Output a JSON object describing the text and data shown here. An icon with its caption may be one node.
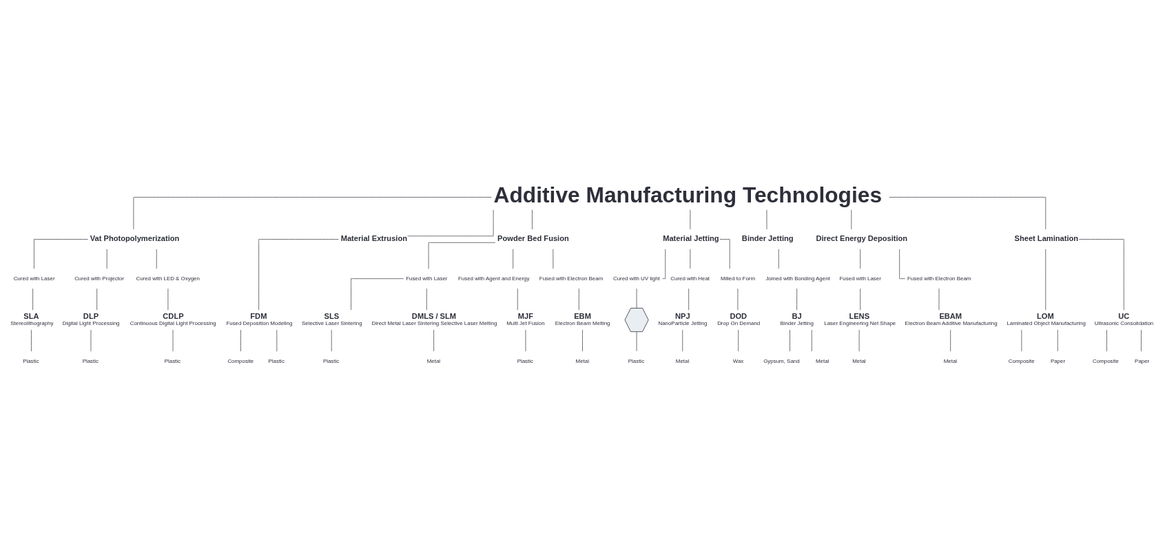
{
  "diagram": {
    "nodes": [
      {
        "text": [
          "Additive Manufacturing Technologies"
        ]
      },
      {
        "text": [
          "Vat Photopolymerization"
        ]
      },
      {
        "text": [
          "Material Extrusion"
        ]
      },
      {
        "text": [
          "Powder Bed Fusion"
        ]
      },
      {
        "text": [
          "Material Jetting"
        ]
      },
      {
        "text": [
          "Binder Jetting"
        ]
      },
      {
        "text": [
          "Direct Energy Deposition"
        ]
      },
      {
        "text": [
          "Sheet Lamination"
        ]
      },
      {
        "text": [
          "Cured with Laser"
        ]
      },
      {
        "text": [
          "Cured with Projector"
        ]
      },
      {
        "text": [
          "Cured with LED & Oxygen"
        ]
      },
      {
        "text": [
          "Fused with Laser"
        ]
      },
      {
        "text": [
          "Fused with Agent and Energy"
        ]
      },
      {
        "text": [
          "Fused with Electron Beam"
        ]
      },
      {
        "text": [
          "Cured with UV light"
        ]
      },
      {
        "text": [
          "Cured with Heat"
        ]
      },
      {
        "text": [
          "Milled to Form"
        ]
      },
      {
        "text": [
          "Joined with Bonding Agent"
        ]
      },
      {
        "text": [
          "Fused with Laser"
        ]
      },
      {
        "text": [
          "Fused with Electron Beam"
        ]
      },
      {
        "text": [
          "SLA",
          "Stereolithography"
        ]
      },
      {
        "text": [
          "DLP",
          "Digital Light Processing"
        ]
      },
      {
        "text": [
          "CDLP",
          "Continuous Digital Light Processing"
        ]
      },
      {
        "text": [
          "FDM",
          "Fused Deposition Modeling"
        ]
      },
      {
        "text": [
          "SLS",
          "Selective Laser Sintering"
        ]
      },
      {
        "text": [
          "DMLS / SLM",
          "Direct Metal Laser Sintering Selective Laser Melting"
        ]
      },
      {
        "text": [
          "MJF",
          "Multi Jet Fusion"
        ]
      },
      {
        "text": [
          "EBM",
          "Electron Beam Melting"
        ]
      },
      {
        "text": [],
        "shape": "picture"
      },
      {
        "text": [
          "NPJ",
          "NanoParticle Jetting"
        ]
      },
      {
        "text": [
          "DOD",
          "Drop On Demand"
        ]
      },
      {
        "text": [
          "BJ",
          "Binder Jetting"
        ]
      },
      {
        "text": [
          "LENS",
          "Laser Engineering Net Shape"
        ]
      },
      {
        "text": [
          "EBAM",
          "Electron Beam Additive Manufacturing"
        ]
      },
      {
        "text": [
          "LOM",
          "Laminated Object Manufacturing"
        ]
      },
      {
        "text": [
          "UC",
          "Ultrasonic Consolidation"
        ]
      },
      {
        "text": [
          "Plastic"
        ]
      },
      {
        "text": [
          "Plastic"
        ]
      },
      {
        "text": [
          "Plastic"
        ]
      },
      {
        "text": [
          "Composite"
        ]
      },
      {
        "text": [
          "Plastic"
        ]
      },
      {
        "text": [
          "Plastic"
        ]
      },
      {
        "text": [
          "Metal"
        ]
      },
      {
        "text": [
          "Plastic"
        ]
      },
      {
        "text": [
          "Metal"
        ]
      },
      {
        "text": [
          "Plastic"
        ]
      },
      {
        "text": [
          "Metal"
        ]
      },
      {
        "text": [
          "Wax"
        ]
      },
      {
        "text": [
          "Gypsum, Sand"
        ]
      },
      {
        "text": [
          "Metal"
        ]
      },
      {
        "text": [
          "Metal"
        ]
      },
      {
        "text": [
          "Metal"
        ]
      },
      {
        "text": [
          "Composite"
        ]
      },
      {
        "text": [
          "Paper"
        ]
      },
      {
        "text": [
          "Composite"
        ]
      },
      {
        "text": [
          "Paper"
        ]
      }
    ],
    "edges": [
      {
        "from": 0,
        "to": 1,
        "arrow": "none"
      },
      {
        "from": 0,
        "to": 2,
        "arrow": "none"
      },
      {
        "from": 0,
        "to": 3,
        "arrow": "none"
      },
      {
        "from": 0,
        "to": 4,
        "arrow": "none"
      },
      {
        "from": 0,
        "to": 5,
        "arrow": "none"
      },
      {
        "from": 0,
        "to": 6,
        "arrow": "none"
      },
      {
        "from": 0,
        "to": 7,
        "arrow": "none"
      },
      {
        "from": 1,
        "to": 8,
        "arrow": "none"
      },
      {
        "from": 1,
        "to": 9,
        "arrow": "none"
      },
      {
        "from": 1,
        "to": 10,
        "arrow": "none"
      },
      {
        "from": 8,
        "to": 20,
        "arrow": "none"
      },
      {
        "from": 9,
        "to": 21,
        "arrow": "none"
      },
      {
        "from": 10,
        "to": 22,
        "arrow": "none"
      },
      {
        "from": 2,
        "to": 23,
        "arrow": "none"
      },
      {
        "from": 3,
        "to": 11,
        "arrow": "none"
      },
      {
        "from": 3,
        "to": 12,
        "arrow": "none"
      },
      {
        "from": 3,
        "to": 13,
        "arrow": "none"
      },
      {
        "from": 11,
        "to": 24,
        "arrow": "none"
      },
      {
        "from": 11,
        "to": 25,
        "arrow": "none"
      },
      {
        "from": 12,
        "to": 26,
        "arrow": "none"
      },
      {
        "from": 13,
        "to": 27,
        "arrow": "none"
      },
      {
        "from": 4,
        "to": 14,
        "arrow": "none"
      },
      {
        "from": 4,
        "to": 15,
        "arrow": "none"
      },
      {
        "from": 4,
        "to": 16,
        "arrow": "none"
      },
      {
        "from": 14,
        "to": 28,
        "arrow": "none"
      },
      {
        "from": 15,
        "to": 29,
        "arrow": "none"
      },
      {
        "from": 16,
        "to": 30,
        "arrow": "none"
      },
      {
        "from": 5,
        "to": 17,
        "arrow": "none"
      },
      {
        "from": 17,
        "to": 31,
        "arrow": "none"
      },
      {
        "from": 6,
        "to": 18,
        "arrow": "none"
      },
      {
        "from": 6,
        "to": 19,
        "arrow": "none"
      },
      {
        "from": 18,
        "to": 32,
        "arrow": "none"
      },
      {
        "from": 19,
        "to": 33,
        "arrow": "none"
      },
      {
        "from": 7,
        "to": 34,
        "arrow": "none"
      },
      {
        "from": 7,
        "to": 35,
        "arrow": "none"
      },
      {
        "from": 20,
        "to": 36,
        "arrow": "none"
      },
      {
        "from": 21,
        "to": 37,
        "arrow": "none"
      },
      {
        "from": 22,
        "to": 38,
        "arrow": "none"
      },
      {
        "from": 23,
        "to": 39,
        "arrow": "none"
      },
      {
        "from": 23,
        "to": 40,
        "arrow": "none"
      },
      {
        "from": 24,
        "to": 41,
        "arrow": "none"
      },
      {
        "from": 25,
        "to": 42,
        "arrow": "none"
      },
      {
        "from": 26,
        "to": 43,
        "arrow": "none"
      },
      {
        "from": 27,
        "to": 44,
        "arrow": "none"
      },
      {
        "from": 28,
        "to": 45,
        "arrow": "none"
      },
      {
        "from": 29,
        "to": 46,
        "arrow": "none"
      },
      {
        "from": 30,
        "to": 47,
        "arrow": "none"
      },
      {
        "from": 31,
        "to": 48,
        "arrow": "none"
      },
      {
        "from": 31,
        "to": 49,
        "arrow": "none"
      },
      {
        "from": 32,
        "to": 50,
        "arrow": "none"
      },
      {
        "from": 33,
        "to": 51,
        "arrow": "none"
      },
      {
        "from": 34,
        "to": 52,
        "arrow": "none"
      },
      {
        "from": 34,
        "to": 53,
        "arrow": "none"
      },
      {
        "from": 35,
        "to": 54,
        "arrow": "none"
      },
      {
        "from": 35,
        "to": 55,
        "arrow": "none"
      }
    ]
  }
}
